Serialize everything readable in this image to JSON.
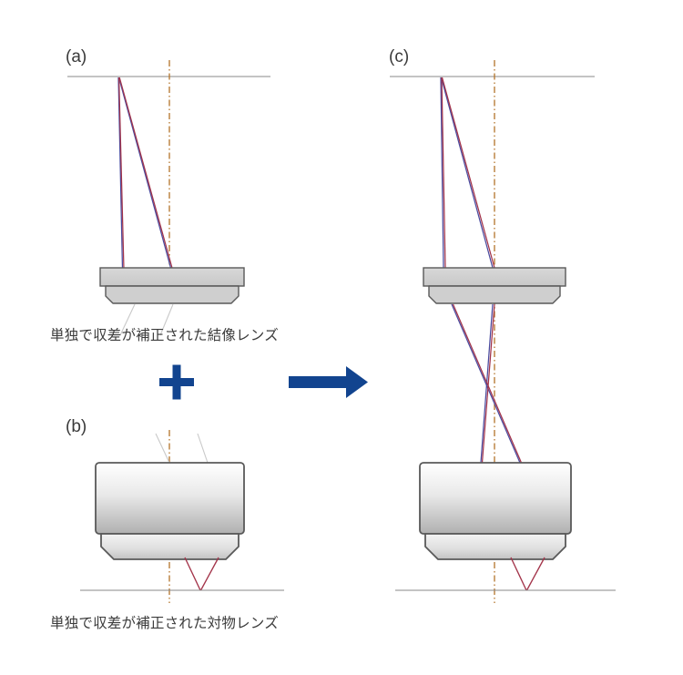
{
  "figure": {
    "panels": [
      {
        "id": "a",
        "label": "(a)",
        "caption": "単独で収差が補正された結像レンズ",
        "lens_type": "tube-lens",
        "description": "Imaging (tube) lens corrected for aberration on its own"
      },
      {
        "id": "b",
        "label": "(b)",
        "caption": "単独で収差が補正された対物レンズ",
        "lens_type": "objective-lens",
        "description": "Objective lens corrected for aberration on its own"
      },
      {
        "id": "c",
        "label": "(c)",
        "caption": "",
        "lens_type": "combined-system",
        "description": "Combined tube lens and objective lens system"
      }
    ],
    "operators": {
      "plus": "+",
      "arrow": "→"
    },
    "colors": {
      "ray_red": "#a3344a",
      "ray_blue": "#4a4a9e",
      "optical_axis": "#b3742a",
      "lens_outline": "#595959",
      "lens_fill_light": "#fdfdfd",
      "lens_fill_dark": "#b4b4b4",
      "tube_lens_fill": "#cfcfcf",
      "operator_blue": "#12448f",
      "reference_line": "#8a8a8a",
      "text": "#3b3b3b",
      "background": "#ffffff"
    }
  }
}
